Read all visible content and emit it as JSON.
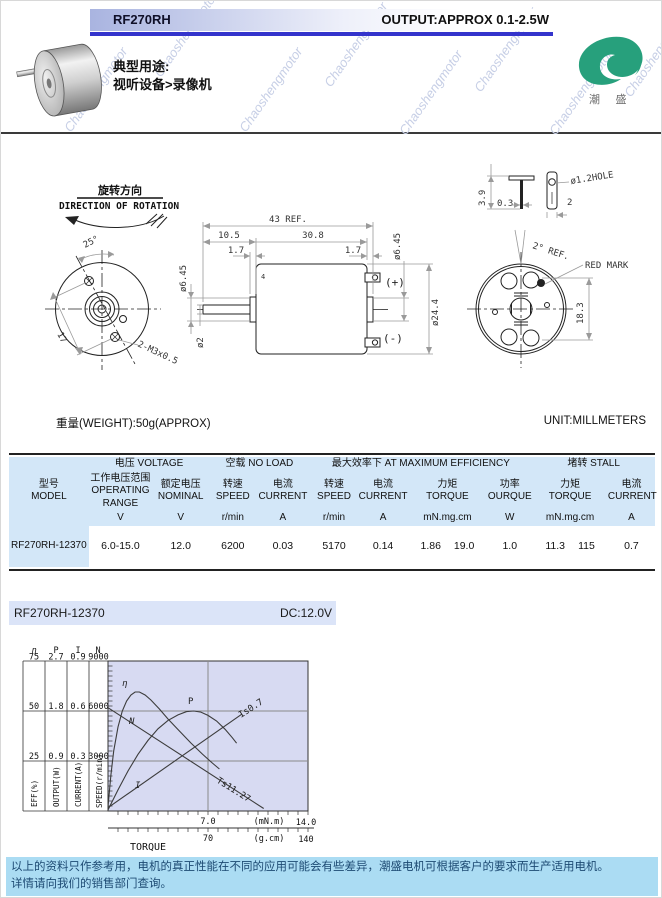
{
  "header": {
    "model": "RF270RH",
    "output": "OUTPUT:APPROX 0.1-2.5W",
    "use_title": "典型用途:",
    "use_value": "视听设备>录像机",
    "logo_text": "潮 盛",
    "watermark": "Chaoshengmotor"
  },
  "drawing": {
    "rotation_cn": "旋转方向",
    "rotation_en": "DIRECTION OF ROTATION",
    "angle": "25°",
    "hole_pitch": "17",
    "screws": "2-M3x0.5",
    "d_shaft": "ø2",
    "d_boss_front": "ø6.45",
    "len_total": "43 REF.",
    "len_shaft": "10.5",
    "len_body": "30.8",
    "len_flange_l": "1.7",
    "len_flange_r": "1.7",
    "num4": "4",
    "plus": "(+)",
    "minus": "(-)",
    "d_body": "ø24.4",
    "d_boss_rear": "ø6.45",
    "term_len": "3.9",
    "term_thk": "0.3",
    "term_hole": "ø1.2HOLE",
    "term_w": "2",
    "skew": "2° REF.",
    "red_mark": "RED MARK",
    "term_pitch": "18.3"
  },
  "weight_note": "重量(WEIGHT):50g(APPROX)",
  "unit_note": "UNIT:MILLMETERS",
  "table": {
    "groups": {
      "voltage": "电压 VOLTAGE",
      "no_load": "空载 NO LOAD",
      "max_eff": "最大效率下 AT MAXIMUM EFFICIENCY",
      "stall": "堵转 STALL"
    },
    "headers": {
      "model": "型号\nMODEL",
      "operating": "工作电压范围\nOPERATING RANGE",
      "nominal": "额定电压\nNOMINAL",
      "speed1": "转速\nSPEED",
      "current1": "电流\nCURRENT",
      "speed2": "转速\nSPEED",
      "current2": "电流\nCURRENT",
      "torque1": "力矩\nTORQUE",
      "power": "功率\nOURQUE",
      "torque2": "力矩\nTORQUE",
      "current3": "电流\nCURRENT"
    },
    "units": [
      "V",
      "V",
      "r/min",
      "A",
      "r/min",
      "A",
      "mN.mg.cm",
      "W",
      "mN.mg.cm",
      "A"
    ],
    "row": {
      "model": "RF270RH-12370",
      "operating": "6.0-15.0",
      "nominal": "12.0",
      "speed1": "6200",
      "current1": "0.03",
      "speed2": "5170",
      "current2": "0.14",
      "torque1_a": "1.86",
      "torque1_b": "19.0",
      "power": "1.0",
      "torque2_a": "11.3",
      "torque2_b": "115",
      "current3": "0.7"
    }
  },
  "chart_header": {
    "model": "RF270RH-12370",
    "voltage": "DC:12.0V"
  },
  "chart_data": {
    "type": "line",
    "title": "RF270RH-12370 performance curves",
    "xlabel": "TORQUE",
    "x_max": 14,
    "grid": true,
    "x_axis_scales": [
      {
        "mid_tick": "7.0",
        "unit": "(mN.m)",
        "max": "14.0"
      },
      {
        "mid_tick": "70",
        "unit": "(g.cm)",
        "max": "140"
      }
    ],
    "axis_table": {
      "columns": [
        {
          "symbol": "η",
          "unit_label": "EFF(%)",
          "ticks": [
            "75",
            "50",
            "25"
          ]
        },
        {
          "symbol": "P",
          "unit_label": "OUTPUT(W)",
          "ticks": [
            "2.7",
            "1.8",
            "0.9"
          ]
        },
        {
          "symbol": "I",
          "unit_label": "CURRENT(A)",
          "ticks": [
            "0.9",
            "0.6",
            "0.3"
          ]
        },
        {
          "symbol": "N",
          "unit_label": "SPEED(r/min)",
          "ticks": [
            "9000",
            "6000",
            "3000"
          ]
        }
      ]
    },
    "series": [
      {
        "name": "N",
        "label": "N",
        "max": 9000,
        "points": [
          [
            0,
            6200
          ],
          [
            10.9,
            150
          ]
        ]
      },
      {
        "name": "I",
        "label": "I",
        "max": 0.9,
        "points": [
          [
            0,
            0.02
          ],
          [
            9.35,
            0.58
          ]
        ]
      },
      {
        "name": "eta",
        "label": "η",
        "max": 75,
        "points": [
          [
            0,
            2
          ],
          [
            0.2,
            18
          ],
          [
            0.4,
            30
          ],
          [
            0.7,
            42
          ],
          [
            1.0,
            50
          ],
          [
            1.3,
            55
          ],
          [
            1.6,
            58
          ],
          [
            1.9,
            59.5
          ],
          [
            2.2,
            59.5
          ],
          [
            2.6,
            58
          ],
          [
            3.0,
            55.5
          ],
          [
            3.6,
            51
          ],
          [
            4.2,
            46
          ],
          [
            5.0,
            40
          ],
          [
            5.8,
            34
          ],
          [
            6.6,
            28.5
          ],
          [
            7.3,
            24
          ],
          [
            7.8,
            21
          ]
        ]
      },
      {
        "name": "P",
        "label": "P",
        "max": 2.7,
        "points": [
          [
            0,
            0.02
          ],
          [
            0.7,
            0.38
          ],
          [
            1.4,
            0.72
          ],
          [
            2.1,
            1.02
          ],
          [
            2.8,
            1.27
          ],
          [
            3.5,
            1.48
          ],
          [
            4.2,
            1.63
          ],
          [
            4.9,
            1.73
          ],
          [
            5.5,
            1.79
          ],
          [
            6.0,
            1.8
          ],
          [
            6.5,
            1.78
          ],
          [
            7.0,
            1.72
          ],
          [
            7.6,
            1.62
          ],
          [
            8.2,
            1.47
          ],
          [
            8.7,
            1.32
          ],
          [
            9.0,
            1.22
          ]
        ]
      }
    ],
    "annotations": {
      "stall_current": "Is0.7",
      "stall_torque": "Ts11.27"
    },
    "accent_plot_bg": "#d7daf2"
  },
  "footer": {
    "line1": "以上的资料只作参考用，电机的真正性能在不同的应用可能会有些差异，潮盛电机可根据客户的要求而生产适用电机。",
    "line2": "详情请向我们的销售部门查询。"
  }
}
